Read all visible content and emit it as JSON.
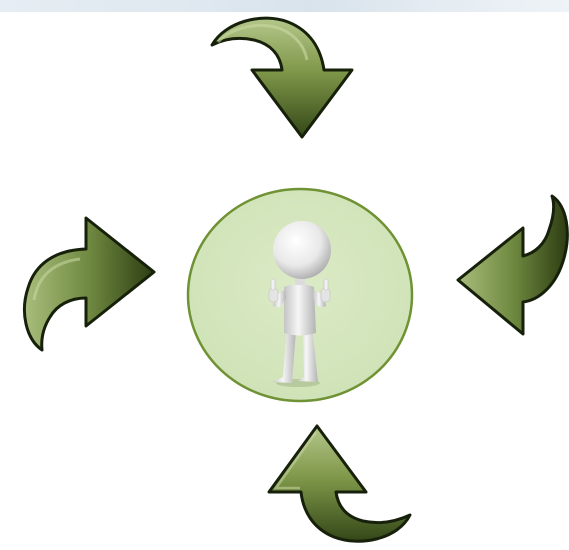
{
  "diagram": {
    "center": {
      "figure": "thumbs-up-person-figure"
    },
    "arrows": [
      {
        "id": "top",
        "direction": "down"
      },
      {
        "id": "right",
        "direction": "left"
      },
      {
        "id": "bottom",
        "direction": "up"
      },
      {
        "id": "left",
        "direction": "right"
      }
    ]
  },
  "colors": {
    "circle_fill": "#d5e6bd",
    "circle_stroke": "#6f9234",
    "arrow_light": "#aabd7a",
    "arrow_dark": "#2f3f13",
    "arrow_outline": "#16200a",
    "figure_light": "#f7f7f7",
    "figure_shadow": "#b9b9b9",
    "top_strip": "#dde6ee"
  }
}
